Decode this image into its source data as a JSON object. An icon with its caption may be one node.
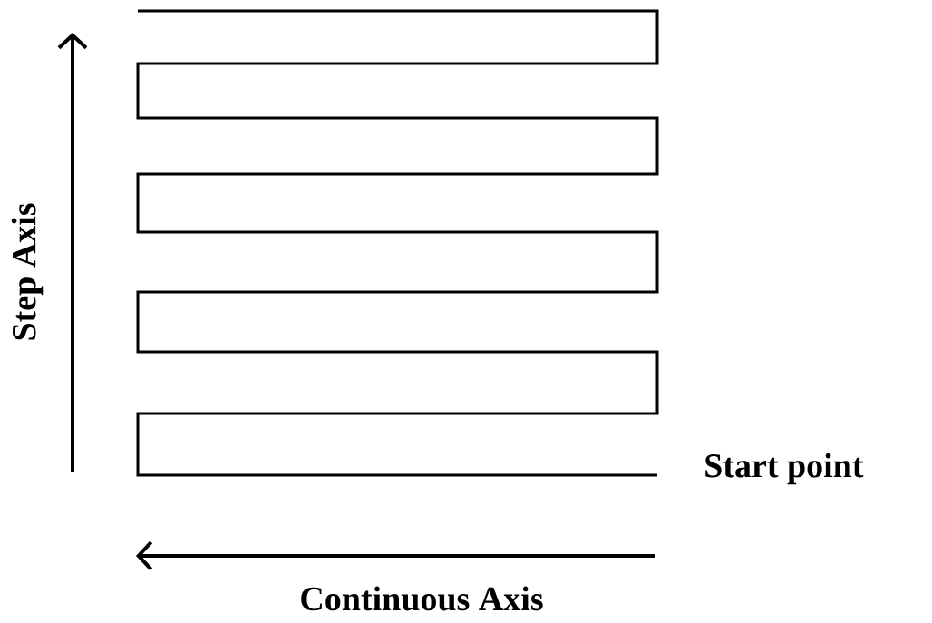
{
  "diagram": {
    "labels": [
      "Step Axis",
      "Start point",
      "Continuous Axis"
    ]
  }
}
